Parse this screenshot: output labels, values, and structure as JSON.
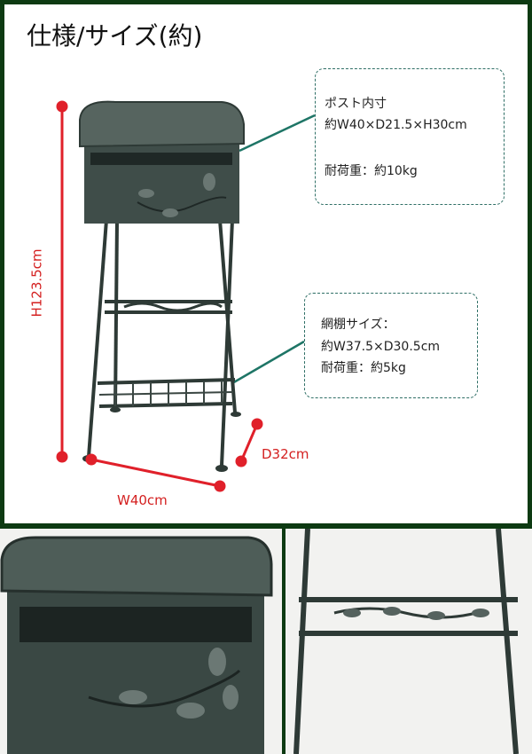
{
  "title": "仕様/サイズ(約)",
  "post_box": {
    "heading": "ポスト内寸",
    "size": "約W40×D21.5×H30cm",
    "load": "耐荷重：約10kg"
  },
  "shelf_box": {
    "heading": "網棚サイズ：",
    "size": "約W37.5×D30.5cm",
    "load": "耐荷重：約5kg"
  },
  "dimensions": {
    "height": "H123.5cm",
    "width": "W40cm",
    "depth": "D32cm"
  },
  "colors": {
    "border": "#0d3a12",
    "dimension": "#e0202a",
    "leader": "#1e7566"
  }
}
